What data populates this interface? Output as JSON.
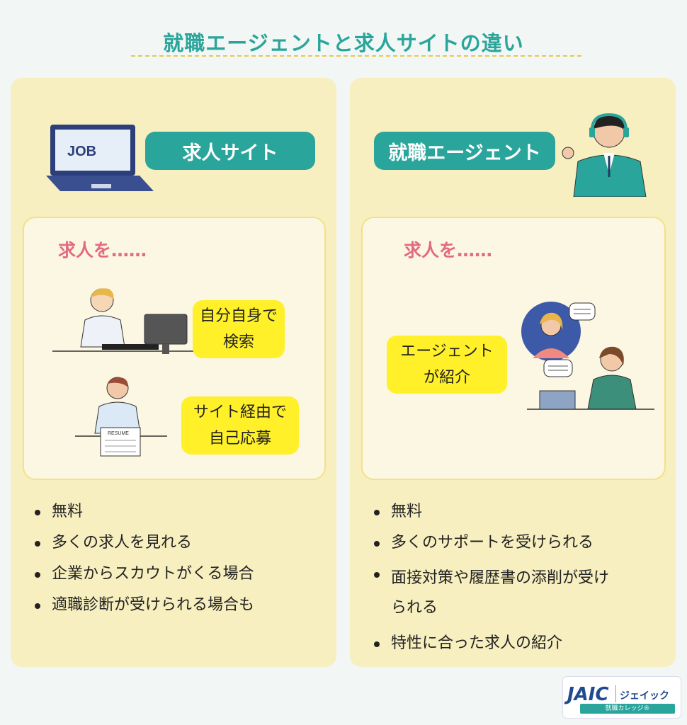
{
  "title": "就職エージェントと求人サイトの違い",
  "left": {
    "header": "求人サイト",
    "laptop_text": "JOB",
    "heading": "求人を……",
    "bubble1": "自分自身で\n検索",
    "bubble2": "サイト経由で\n自己応募",
    "resume_text": "RESUME",
    "bullets": [
      "無料",
      "多くの求人を見れる",
      "企業からスカウトがくる場合",
      "適職診断が受けられる場合も"
    ]
  },
  "right": {
    "header": "就職エージェント",
    "heading": "求人を……",
    "bubble": "エージェント\nが紹介",
    "bullets": [
      "無料",
      "多くのサポートを受けられる",
      "面接対策や履歴書の添削が受け\nられる",
      "特性に合った求人の紹介"
    ]
  },
  "logo": {
    "main": "JAIC",
    "kana": "ジェイック",
    "sub": "就職カレッジ®"
  }
}
